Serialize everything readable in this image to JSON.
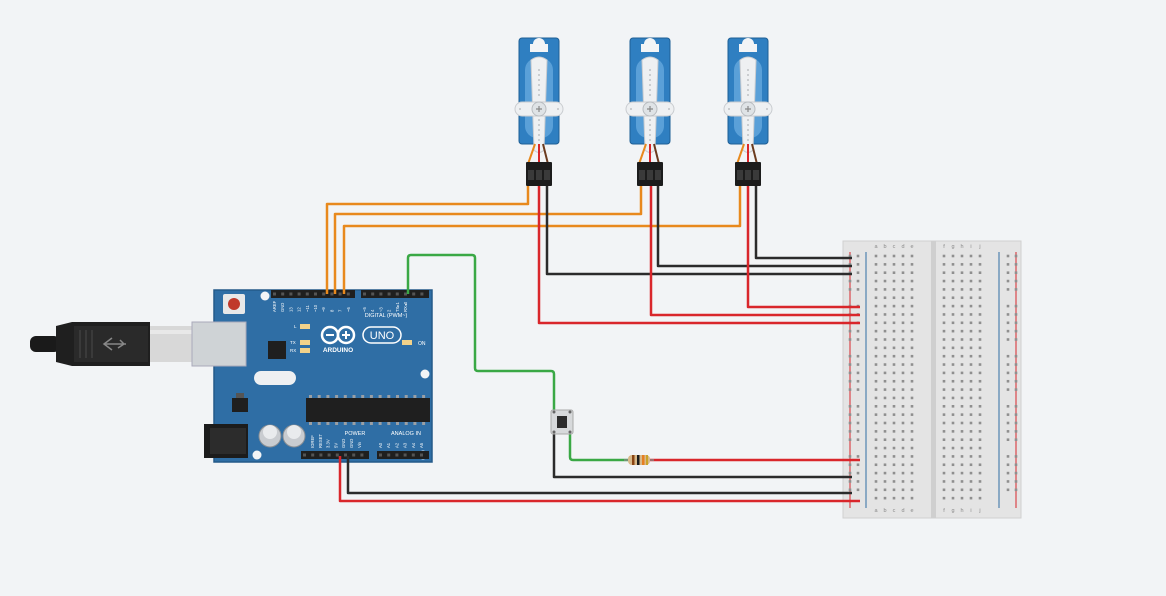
{
  "arduino": {
    "brand": "ARDUINO",
    "model": "UNO",
    "digital_label": "DIGITAL (PWM~)",
    "power_label": "POWER",
    "analog_label": "ANALOG IN",
    "on_label": "ON",
    "l_label": "L",
    "tx_label": "TX",
    "rx_label": "RX",
    "digital_pins": [
      "AREF",
      "GND",
      "13",
      "12",
      "~11",
      "~10",
      "~9",
      "8",
      "7",
      "~6",
      "~5",
      "4",
      "~3",
      "2",
      "TX▸1",
      "RX◂0"
    ],
    "power_pins": [
      "IOREF",
      "RESET",
      "3.3V",
      "5V",
      "GND",
      "GND",
      "Vin"
    ],
    "analog_pins": [
      "A0",
      "A1",
      "A2",
      "A3",
      "A4",
      "A5"
    ]
  },
  "breadboard": {
    "col_letters_left": [
      "a",
      "b",
      "c",
      "d",
      "e"
    ],
    "col_letters_right": [
      "f",
      "g",
      "h",
      "i",
      "j"
    ]
  },
  "colors": {
    "background": "#f2f4f6",
    "board_blue": "#2f6ea5",
    "servo_blue": "#2f7fc1",
    "wire_orange": "#e8891d",
    "wire_red": "#d9262b",
    "wire_black": "#2b2b2b",
    "wire_green": "#3aa845"
  },
  "components": {
    "servos": 3,
    "pushbutton": 1,
    "resistor": 1
  }
}
